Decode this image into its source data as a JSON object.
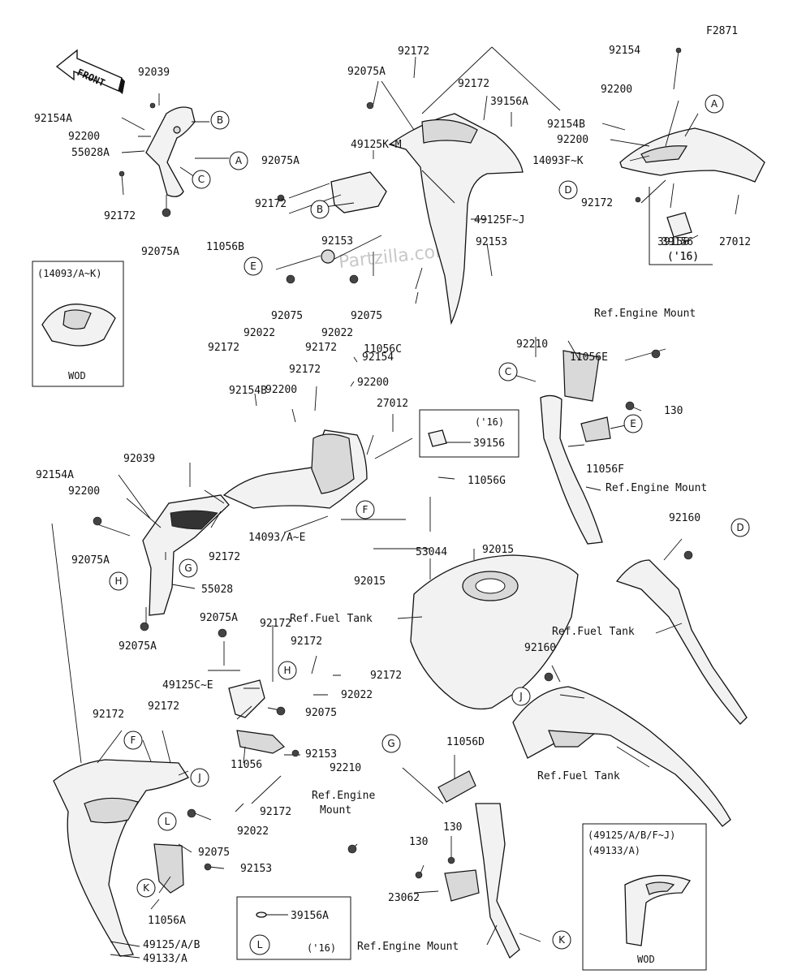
{
  "figure_code": "F2871",
  "front_arrow": {
    "text": "FRONT",
    "icon": "front-arrow-icon"
  },
  "watermark": "Partzilla.com",
  "inset_boxes": {
    "wod_left": {
      "header": "(14093/A~K)",
      "footer": "WOD"
    },
    "wod_right": {
      "header": [
        "(49125/A/B/F~J)",
        "(49133/A)"
      ],
      "footer": "WOD"
    },
    "tag_39156": {
      "label": "39156",
      "note": "('16)"
    },
    "tag_39156_mid": {
      "year": "('16)",
      "label": "39156"
    },
    "tag_39156A": {
      "label": "39156A",
      "callout": "L",
      "note": "('16)"
    }
  },
  "callouts": [
    "A",
    "B",
    "C",
    "D",
    "E",
    "F",
    "G",
    "H",
    "J",
    "K",
    "L"
  ],
  "part_labels": [
    "92039",
    "92154A",
    "92200",
    "55028A",
    "92172",
    "92075A",
    "92075A",
    "92172",
    "92172",
    "39156A",
    "49125K~M",
    "92075A",
    "49125F~J",
    "92172",
    "92153",
    "11056B",
    "92153",
    "92075",
    "92075",
    "92022",
    "92022",
    "92172",
    "92172",
    "11056C",
    "92154",
    "92200",
    "92154B",
    "92200",
    "14093F~K",
    "92172",
    "39156",
    "('16)",
    "27012",
    "Ref.Engine Mount",
    "92210",
    "11056E",
    "130",
    "11056F",
    "Ref.Engine Mount",
    "92154",
    "92200",
    "92154B",
    "92200",
    "92172",
    "27012",
    "92039",
    "92154A",
    "92200",
    "92075A",
    "92172",
    "14093/A~E",
    "55028",
    "92075A",
    "11056G",
    "53044",
    "92015",
    "92015",
    "Ref.Fuel Tank",
    "92160",
    "Ref.Fuel Tank",
    "92160",
    "Ref.Fuel Tank",
    "92075A",
    "92172",
    "92172",
    "49125C~E",
    "92172",
    "92022",
    "92075",
    "92172",
    "92172",
    "11056",
    "92153",
    "92210",
    "11056D",
    "Ref.Engine",
    "Mount",
    "130",
    "130",
    "23062",
    "92172",
    "92022",
    "92075",
    "92153",
    "11056A",
    "Ref.Engine Mount",
    "49125/A/B",
    "49133/A"
  ]
}
